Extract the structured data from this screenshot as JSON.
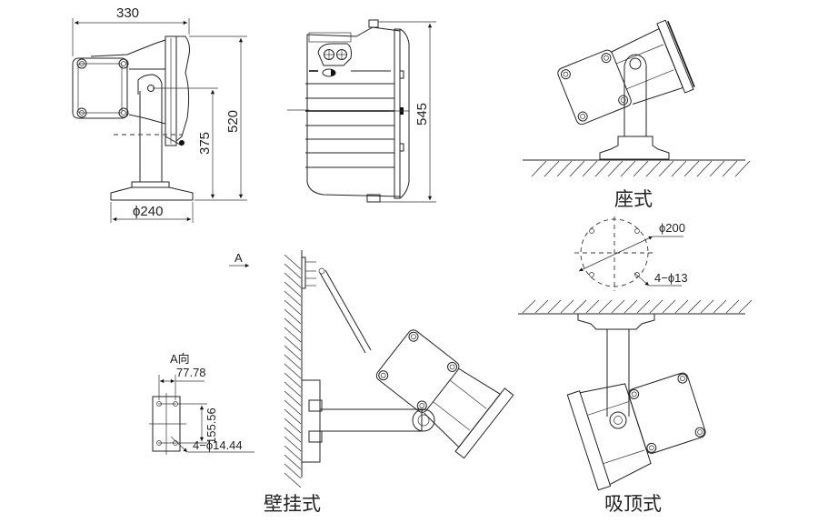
{
  "drawing": {
    "subject": "floodlight dimension drawing",
    "line_color": "#222222",
    "background": "#ffffff"
  },
  "side_view": {
    "width_label": "330",
    "height_label": "520",
    "pivot_height_label": "375",
    "base_diameter_label": "ϕ240"
  },
  "front_view": {
    "height_label": "545"
  },
  "seat_mount": {
    "caption": "座式",
    "bolt_circle_label": "ϕ200",
    "bolt_holes_label": "4−ϕ13"
  },
  "wall_mount": {
    "caption": "壁挂式",
    "view_arrow_label": "A",
    "view_title": "A向",
    "hole_spacing_horizontal": "77.78",
    "hole_spacing_vertical": "155.56",
    "bolt_holes_label": "4−ϕ14.44"
  },
  "ceiling_mount": {
    "caption": "吸顶式"
  }
}
